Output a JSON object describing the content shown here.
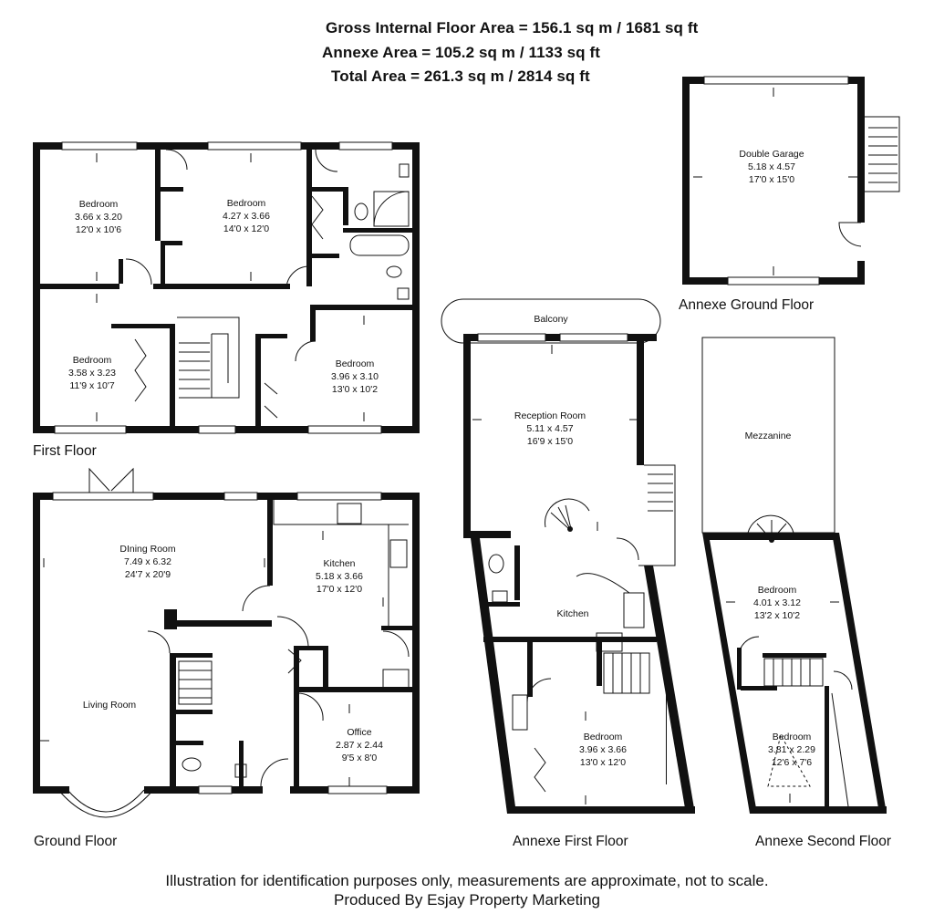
{
  "header": {
    "gross": "Gross Internal Floor Area = 156.1 sq m / 1681 sq ft",
    "annexe": "Annexe Area = 105.2 sq m / 1133 sq ft",
    "total": "Total Area = 261.3 sq m / 2814 sq ft"
  },
  "floors": {
    "first": "First Floor",
    "ground": "Ground Floor",
    "annexe_ground": "Annexe Ground Floor",
    "annexe_first": "Annexe First Floor",
    "annexe_second": "Annexe Second Floor"
  },
  "rooms": {
    "ff_bed1": {
      "name": "Bedroom",
      "m": "3.66 x 3.20",
      "ft": "12'0 x 10'6"
    },
    "ff_bed2": {
      "name": "Bedroom",
      "m": "4.27 x 3.66",
      "ft": "14'0 x 12'0"
    },
    "ff_bed3": {
      "name": "Bedroom",
      "m": "3.58 x 3.23",
      "ft": "11'9 x 10'7"
    },
    "ff_bed4": {
      "name": "Bedroom",
      "m": "3.96 x 3.10",
      "ft": "13'0 x 10'2"
    },
    "gf_dining": {
      "name": "DIning Room",
      "m": "7.49 x 6.32",
      "ft": "24'7 x 20'9"
    },
    "gf_kitchen": {
      "name": "Kitchen",
      "m": "5.18 x 3.66",
      "ft": "17'0 x 12'0"
    },
    "gf_living": {
      "name": "Living Room"
    },
    "gf_office": {
      "name": "Office",
      "m": "2.87 x 2.44",
      "ft": "9'5 x 8'0"
    },
    "ag_garage": {
      "name": "Double Garage",
      "m": "5.18 x 4.57",
      "ft": "17'0 x 15'0"
    },
    "af_balcony": {
      "name": "Balcony"
    },
    "af_reception": {
      "name": "Reception Room",
      "m": "5.11 x 4.57",
      "ft": "16'9 x 15'0"
    },
    "af_kitchen": {
      "name": "Kitchen"
    },
    "af_bed": {
      "name": "Bedroom",
      "m": "3.96 x 3.66",
      "ft": "13'0 x 12'0"
    },
    "as_mezz": {
      "name": "Mezzanine"
    },
    "as_bed1": {
      "name": "Bedroom",
      "m": "4.01 x 3.12",
      "ft": "13'2 x 10'2"
    },
    "as_bed2": {
      "name": "Bedroom",
      "m": "3.81 x 2.29",
      "ft": "12'6 x 7'6"
    }
  },
  "footer": {
    "line1": "Illustration for identification purposes only, measurements are approximate, not to scale.",
    "line2": "Produced By Esjay Property Marketing"
  }
}
